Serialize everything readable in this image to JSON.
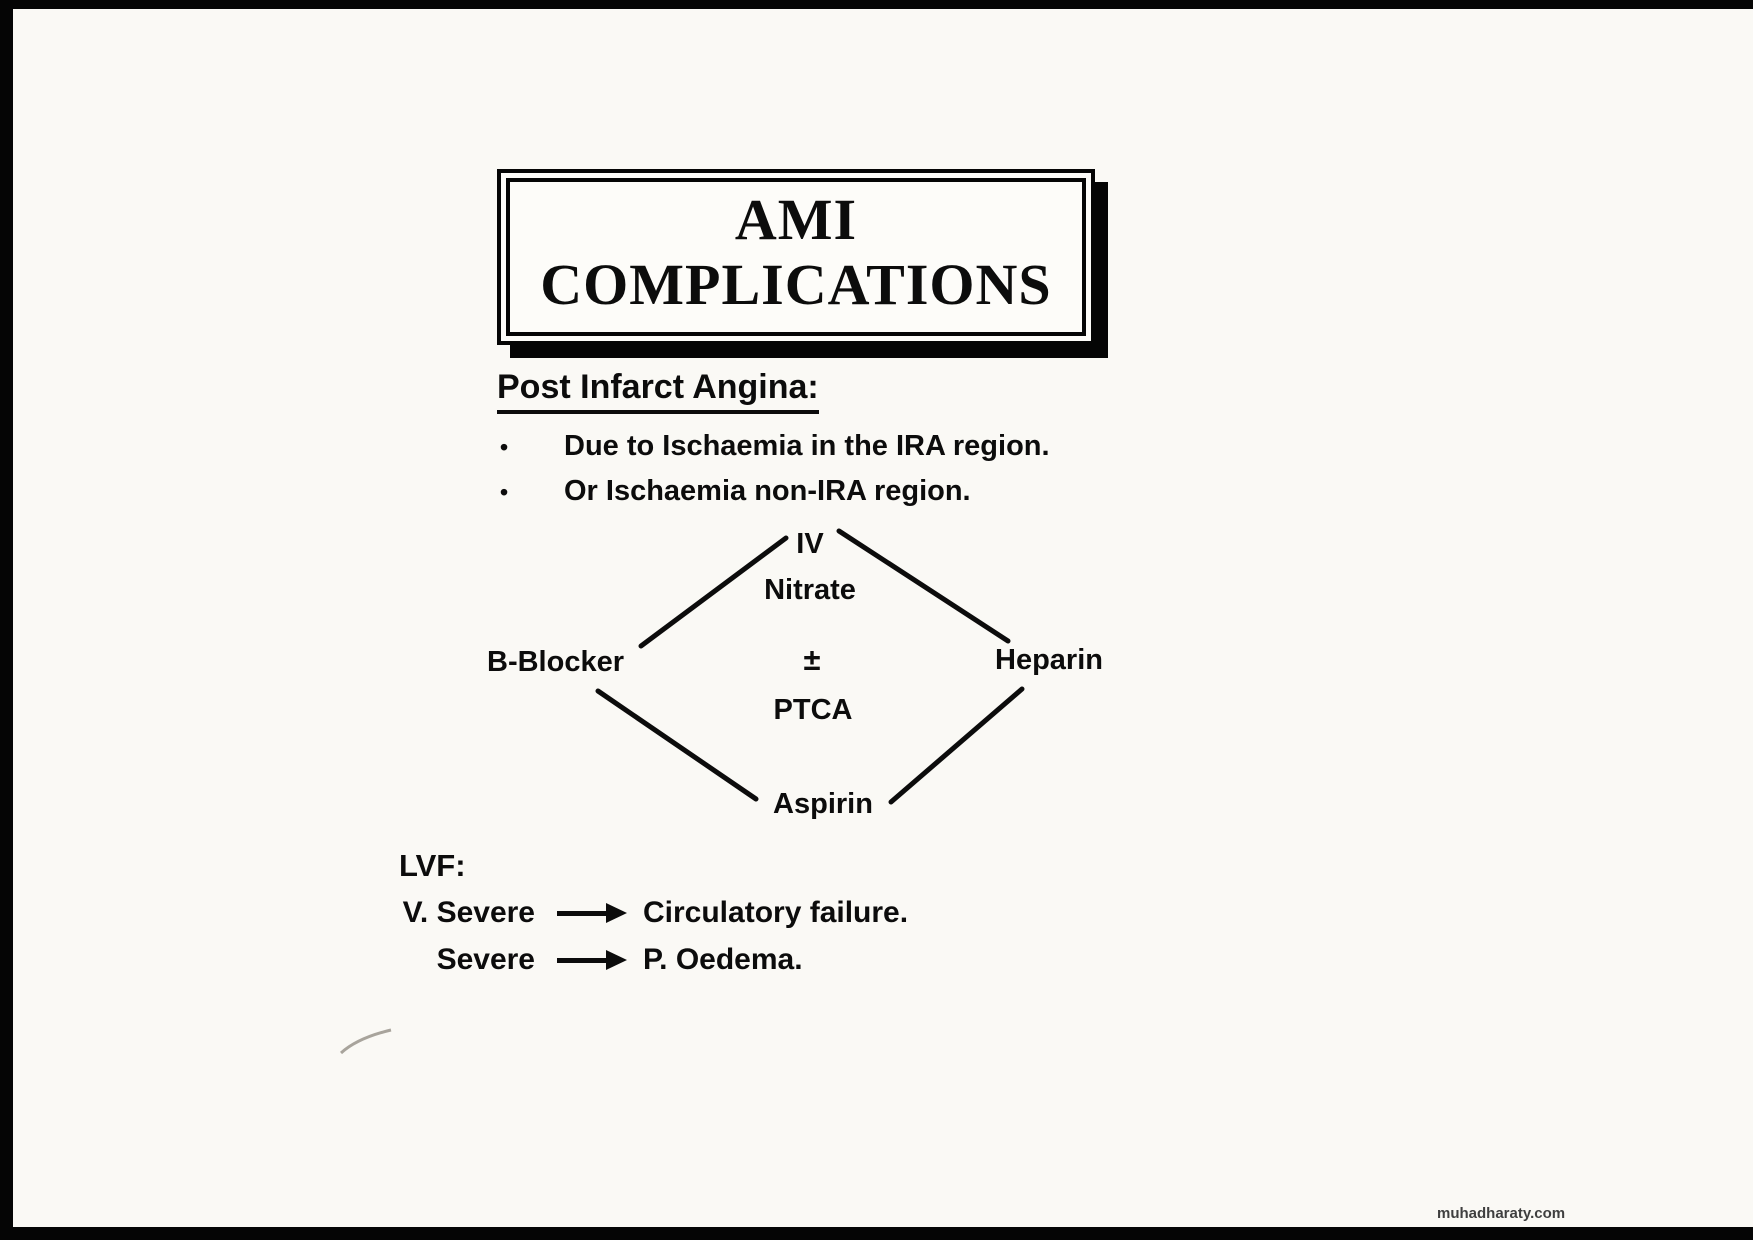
{
  "page": {
    "background": "#faf9f5",
    "ink": "#0c0c0c"
  },
  "title_box": {
    "line1": "AMI",
    "line2": "COMPLICATIONS"
  },
  "section": {
    "heading": "Post Infarct Angina:",
    "bullet_glyph": "•",
    "bullets": [
      "Due to Ischaemia in the IRA region.",
      "Or Ischaemia non-IRA region."
    ]
  },
  "diagram": {
    "top_line1": "IV",
    "top_line2": "Nitrate",
    "left": "B-Blocker",
    "center_line1": "±",
    "center_line2": "PTCA",
    "right": "Heparin",
    "bottom": "Aspirin"
  },
  "lvf": {
    "heading": "LVF:",
    "rows": [
      {
        "label": "V. Severe",
        "result": "Circulatory failure."
      },
      {
        "label": "Severe",
        "result": "P. Oedema."
      }
    ]
  },
  "watermark": "muhadharaty.com"
}
